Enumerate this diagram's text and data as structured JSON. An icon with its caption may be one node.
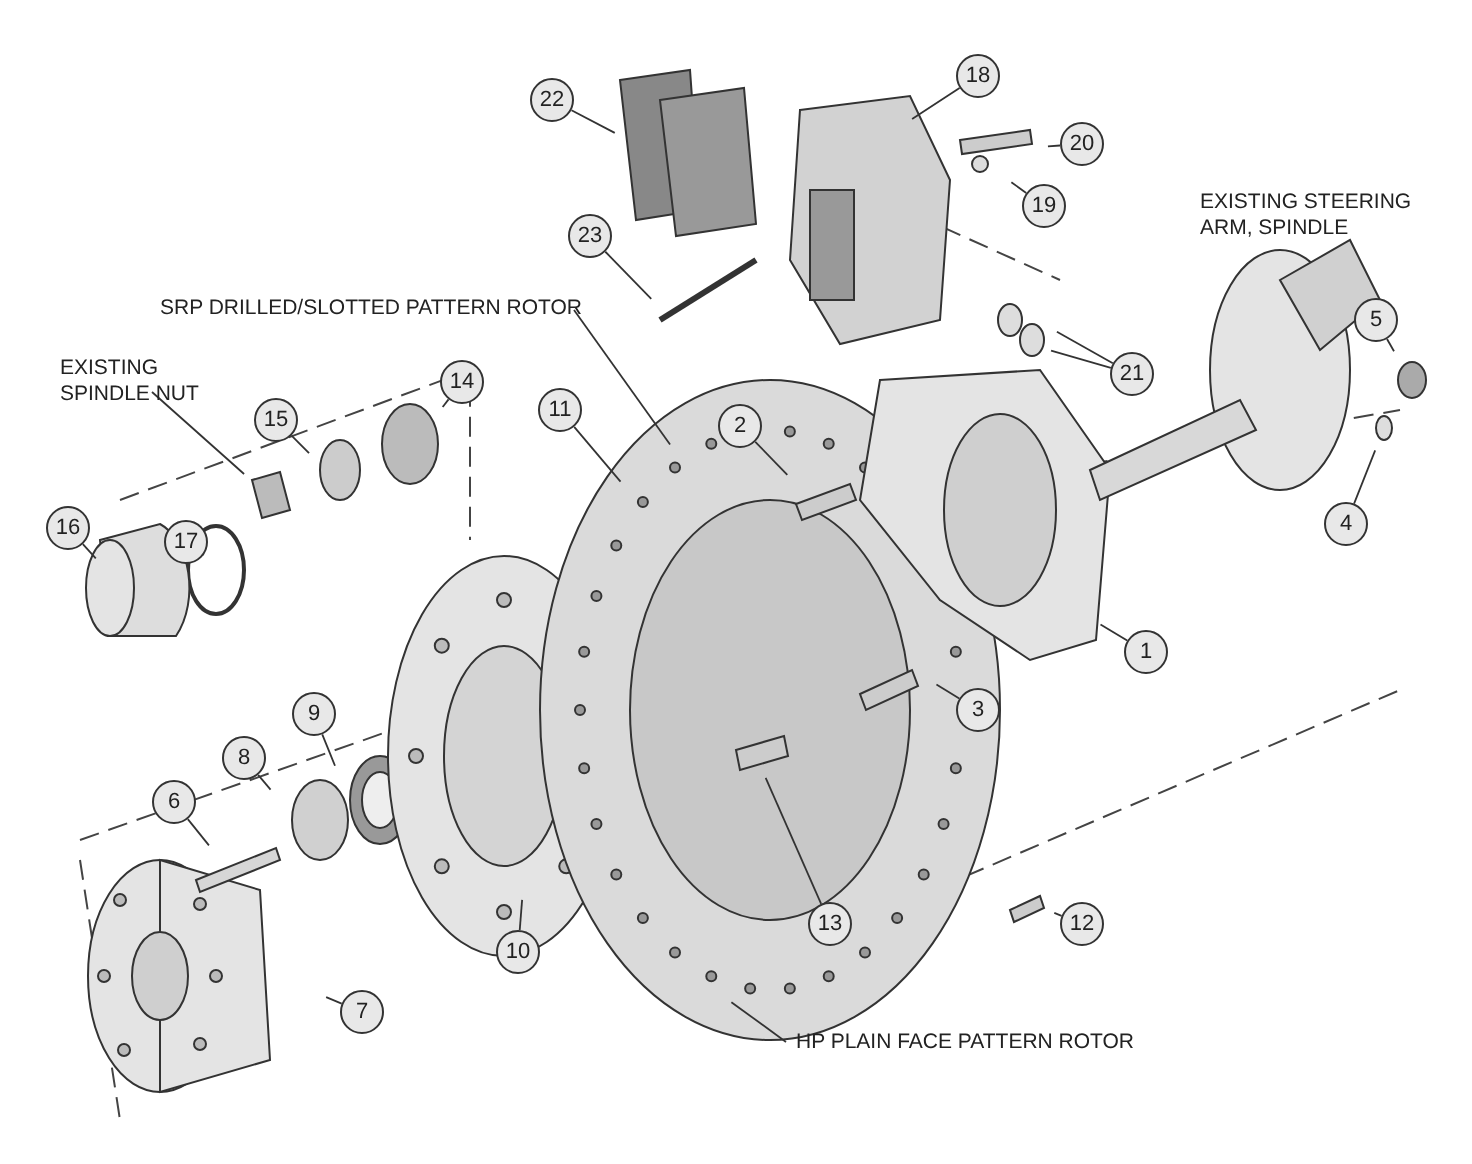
{
  "diagram": {
    "nodes": [
      {
        "text": [
          "22"
        ]
      },
      {
        "text": [
          "18"
        ]
      },
      {
        "text": [
          "20"
        ]
      },
      {
        "text": [
          "19"
        ]
      },
      {
        "text": [
          "23"
        ]
      },
      {
        "text": [
          "SRP DRILLED/SLOTTED PATTERN ROTOR"
        ]
      },
      {
        "text": [
          "21"
        ]
      },
      {
        "text": [
          "5"
        ]
      },
      {
        "text": [
          "EXISTING SPINDLE NUT"
        ]
      },
      {
        "text": [
          "14"
        ]
      },
      {
        "text": [
          "11"
        ]
      },
      {
        "text": [
          "15"
        ]
      },
      {
        "text": [
          "2"
        ]
      },
      {
        "text": [
          "4"
        ]
      },
      {
        "text": [
          "17"
        ]
      },
      {
        "text": [
          "16"
        ]
      },
      {
        "text": [
          "1"
        ]
      },
      {
        "text": [
          "3"
        ]
      },
      {
        "text": [
          "9"
        ]
      },
      {
        "text": [
          "8"
        ]
      },
      {
        "text": [
          "6"
        ]
      },
      {
        "text": [
          "12"
        ]
      },
      {
        "text": [
          "13"
        ]
      },
      {
        "text": [
          "10"
        ]
      },
      {
        "text": [
          "7"
        ]
      },
      {
        "text": [
          "HP PLAIN FACE PATTERN ROTOR"
        ]
      }
    ],
    "edges": [
      {
        "from": 0,
        "to": null,
        "arrow": "none"
      },
      {
        "from": 1,
        "to": null,
        "arrow": "none"
      },
      {
        "from": 2,
        "to": null,
        "arrow": "none"
      },
      {
        "from": 3,
        "to": null,
        "arrow": "none"
      },
      {
        "from": 4,
        "to": null,
        "arrow": "none"
      },
      {
        "from": 5,
        "to": null,
        "arrow": "none"
      },
      {
        "from": 6,
        "to": null,
        "arrow": "none"
      },
      {
        "from": 6,
        "to": null,
        "arrow": "none"
      },
      {
        "from": 7,
        "to": null,
        "arrow": "none"
      },
      {
        "from": 8,
        "to": null,
        "arrow": "none"
      },
      {
        "from": 9,
        "to": null,
        "arrow": "none"
      },
      {
        "from": 10,
        "to": null,
        "arrow": "none"
      },
      {
        "from": 11,
        "to": null,
        "arrow": "none"
      },
      {
        "from": 12,
        "to": null,
        "arrow": "none"
      },
      {
        "from": 13,
        "to": null,
        "arrow": "none"
      },
      {
        "from": 14,
        "to": null,
        "arrow": "none"
      },
      {
        "from": 15,
        "to": null,
        "arrow": "none"
      },
      {
        "from": 16,
        "to": null,
        "arrow": "none"
      },
      {
        "from": 17,
        "to": null,
        "arrow": "none"
      },
      {
        "from": 18,
        "to": null,
        "arrow": "none"
      },
      {
        "from": 19,
        "to": null,
        "arrow": "none"
      },
      {
        "from": 20,
        "to": null,
        "arrow": "none"
      },
      {
        "from": 21,
        "to": null,
        "arrow": "none"
      },
      {
        "from": 22,
        "to": null,
        "arrow": "none"
      },
      {
        "from": 23,
        "to": null,
        "arrow": "none"
      },
      {
        "from": 24,
        "to": null,
        "arrow": "none"
      },
      {
        "from": 25,
        "to": null,
        "arrow": "none"
      }
    ],
    "labels": [
      "EXISTING STEERING ARM, SPINDLE"
    ]
  }
}
